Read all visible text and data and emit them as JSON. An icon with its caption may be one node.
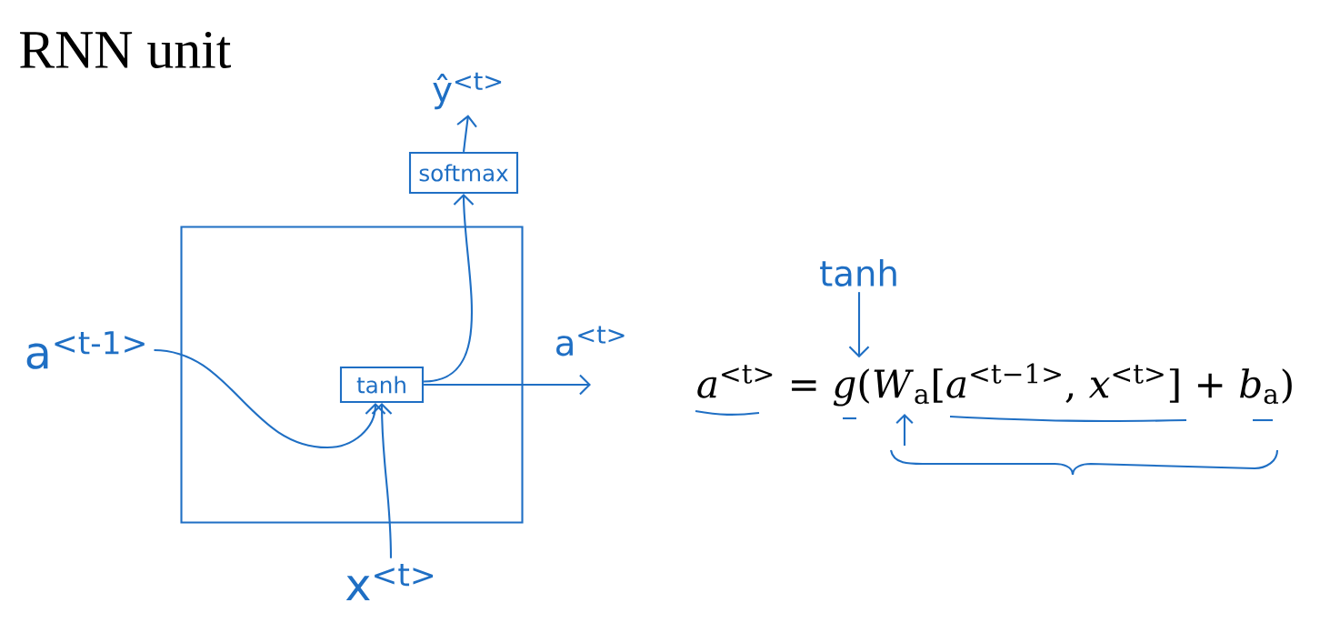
{
  "diagram": {
    "title": "RNN unit",
    "nodes": [
      {
        "text": [],
        "shape": "box"
      },
      {
        "text": [
          "softmax"
        ]
      },
      {
        "text": [
          "tanh"
        ],
        "in": 0
      },
      {
        "text": [
          "a$^{<t-1>}$"
        ]
      },
      {
        "text": [
          "a$^{<t>}$"
        ]
      },
      {
        "text": [
          "x$^{<t>}$"
        ]
      },
      {
        "text": [
          "ŷ$^{<t>}$"
        ]
      },
      {
        "text": [
          "tanh"
        ]
      },
      {
        "text": [
          "*a*$^{<t>}$ = *g*(*W*$_{a}$[*a*$^{<t−1>}$, *x*$^{<t>}$] + *b*$_{a}$)"
        ]
      }
    ],
    "edges": [
      {
        "from": 3,
        "to": 2,
        "arrow": "to"
      },
      {
        "from": 5,
        "to": 2,
        "arrow": "to"
      },
      {
        "from": 2,
        "to": 4,
        "arrow": "to"
      },
      {
        "from": 2,
        "to": 1,
        "arrow": "to"
      },
      {
        "from": 1,
        "to": 6,
        "arrow": "to"
      },
      {
        "from": 7,
        "to": 8,
        "arrow": "to"
      }
    ]
  }
}
